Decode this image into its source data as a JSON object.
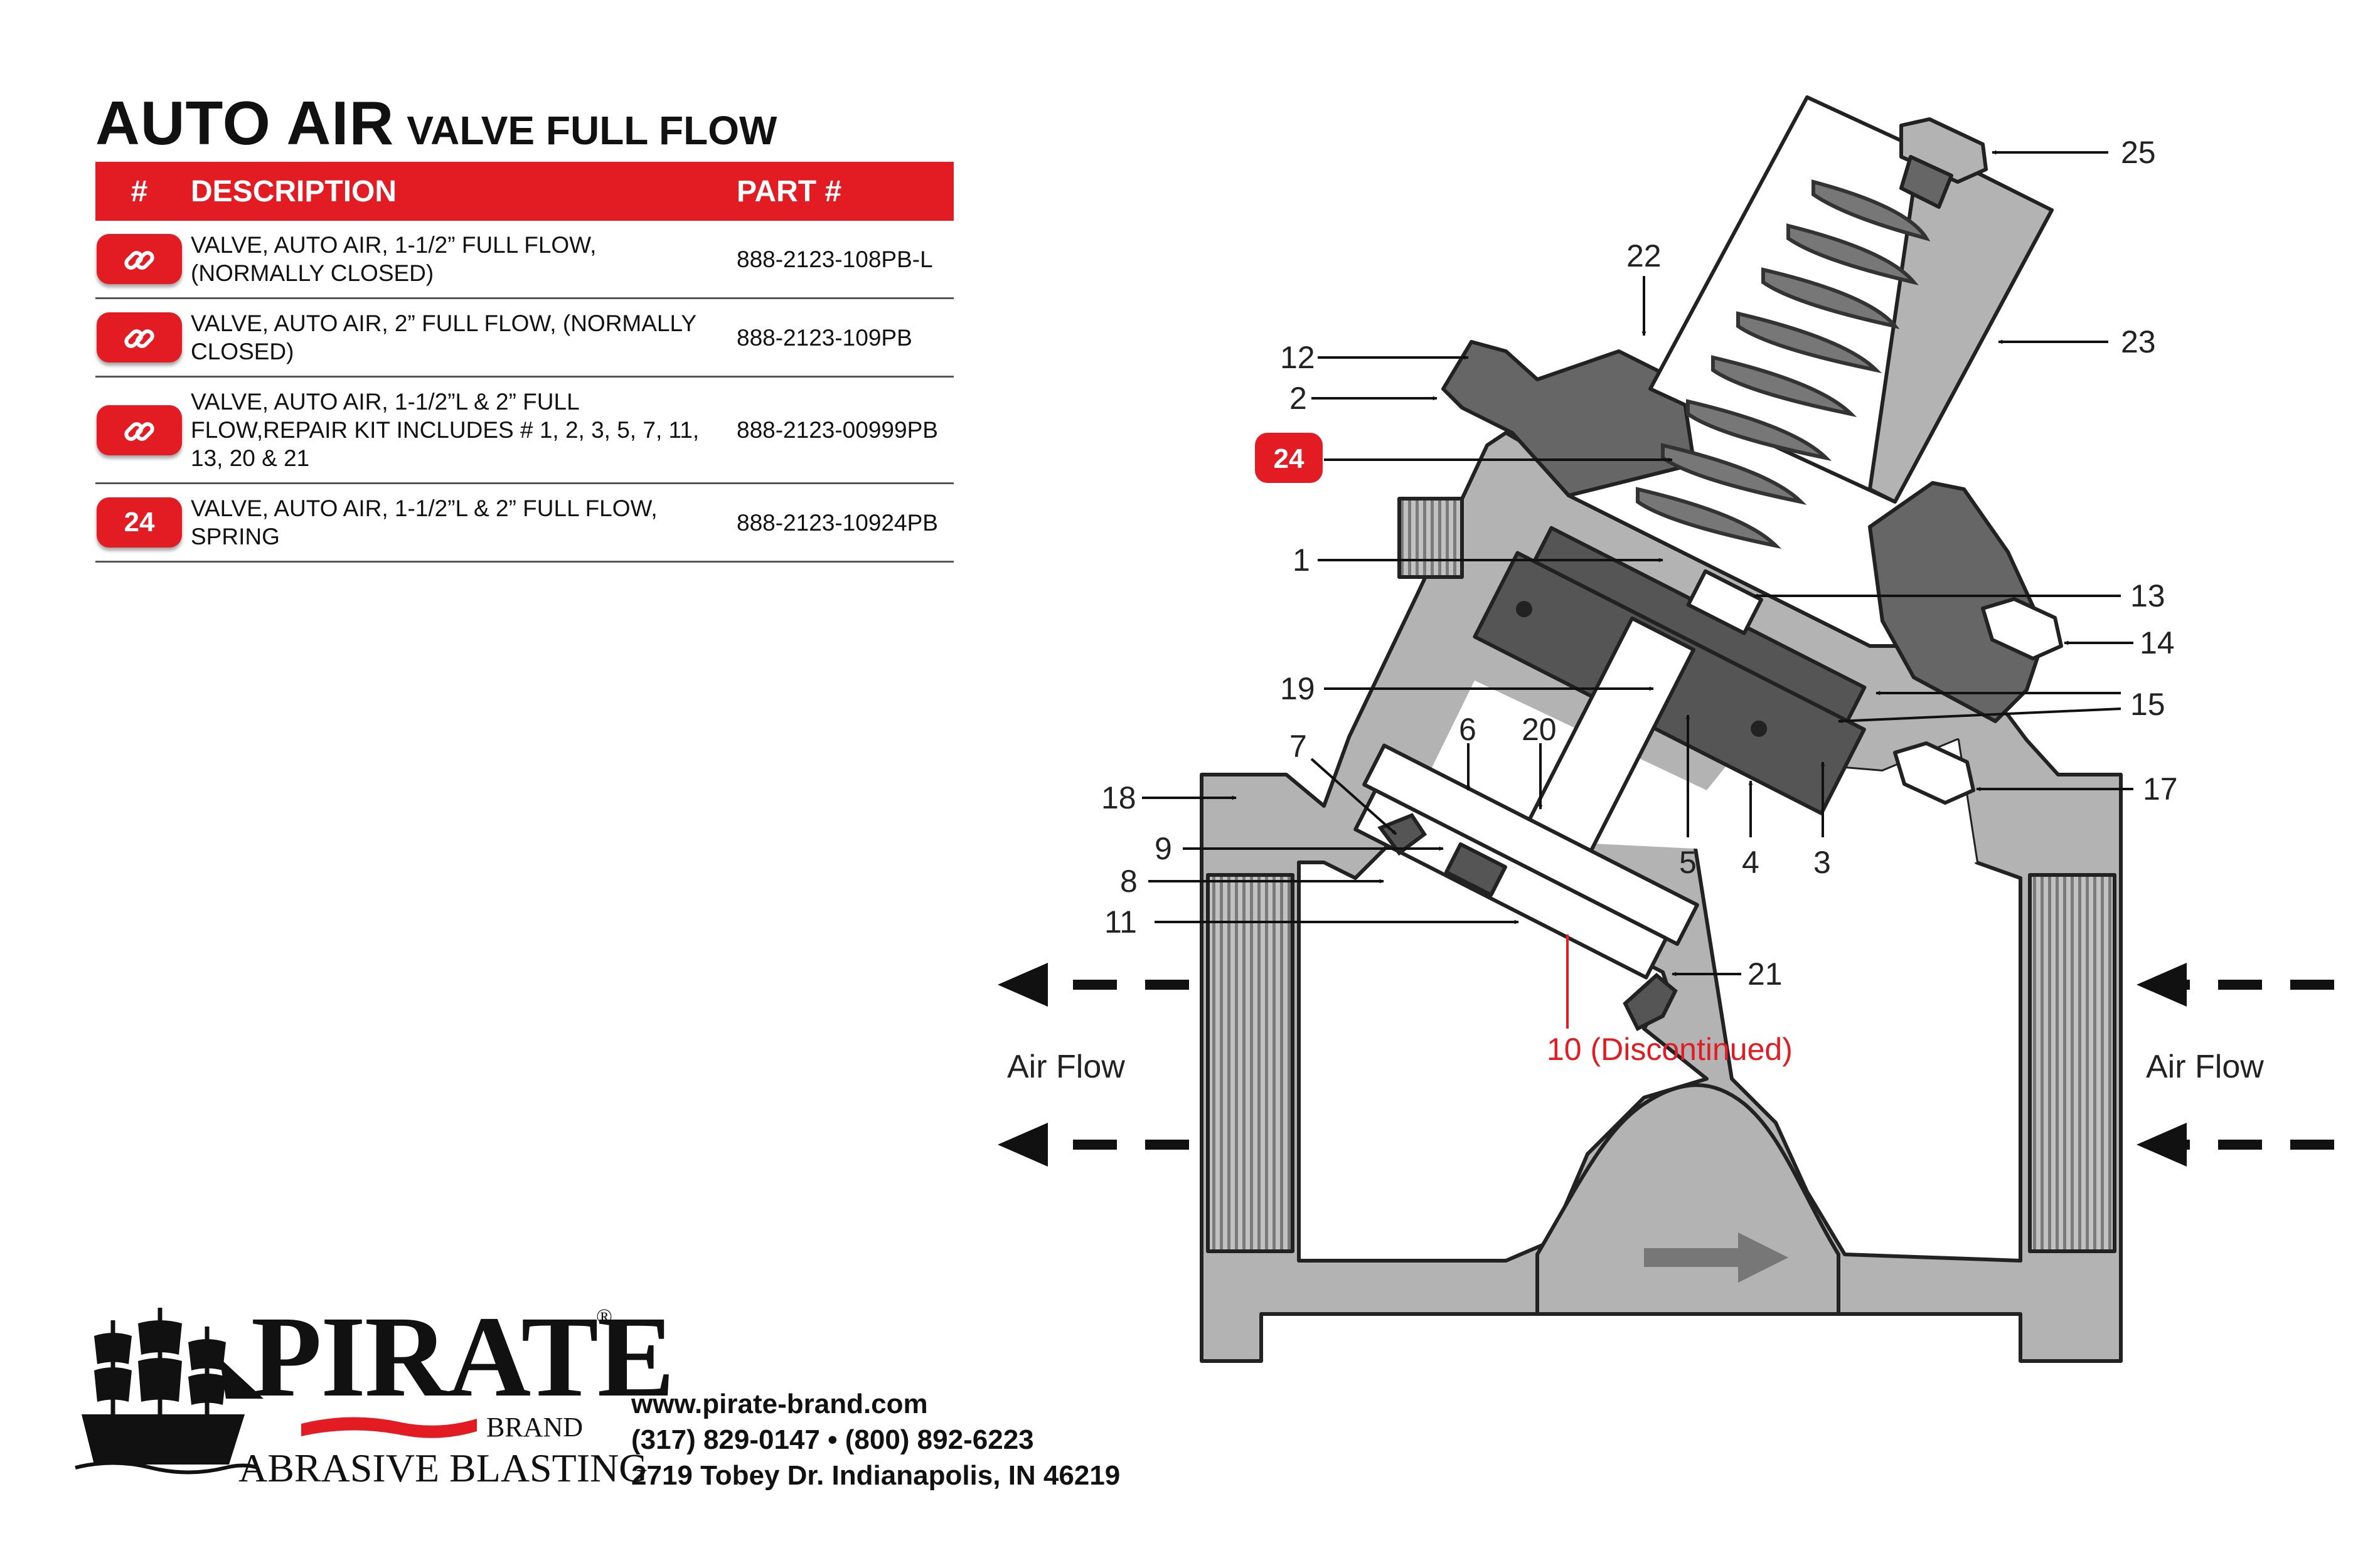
{
  "title": {
    "main": "AUTO AIR",
    "sub": "VALVE FULL FLOW"
  },
  "table": {
    "headers": {
      "num": "#",
      "description": "DESCRIPTION",
      "part": "PART #"
    },
    "rows": [
      {
        "icon": "link-icon",
        "description": "VALVE, AUTO AIR, 1-1/2” FULL FLOW, (NORMALLY CLOSED)",
        "part": "888-2123-108PB-L"
      },
      {
        "icon": "link-icon",
        "description": "VALVE, AUTO AIR, 2” FULL FLOW, (NORMALLY CLOSED)",
        "part": "888-2123-109PB"
      },
      {
        "icon": "link-icon",
        "description": "VALVE, AUTO AIR, 1-1/2”L & 2” FULL FLOW,REPAIR KIT INCLUDES # 1, 2, 3, 5, 7, 11, 13, 20 & 21",
        "part": "888-2123-00999PB"
      },
      {
        "badge": "24",
        "description": "VALVE, AUTO AIR, 1-1/2”L & 2” FULL FLOW, SPRING",
        "part": "888-2123-10924PB"
      }
    ]
  },
  "diagram": {
    "callouts": {
      "c25": "25",
      "c22": "22",
      "c23": "23",
      "c12": "12",
      "c2": "2",
      "c24": "24",
      "c1": "1",
      "c13": "13",
      "c14": "14",
      "c19": "19",
      "c15": "15",
      "c7": "7",
      "c6": "6",
      "c20": "20",
      "c18": "18",
      "c17": "17",
      "c9": "9",
      "c5": "5",
      "c4": "4",
      "c3": "3",
      "c8": "8",
      "c11": "11",
      "c21": "21",
      "c10": "10 (Discontinued)"
    },
    "air_flow_left": "Air Flow",
    "air_flow_right": "Air Flow"
  },
  "logo": {
    "name": "PIRATE",
    "reg": "®",
    "brand": "BRAND",
    "tagline": "ABRASIVE BLASTING"
  },
  "contact": {
    "website": "www.pirate-brand.com",
    "phones": "(317) 829-0147 • (800) 892-6223",
    "address": "2719 Tobey Dr. Indianapolis, IN 46219"
  },
  "colors": {
    "accent": "#e31c23",
    "body_gray": "#b3b3b3",
    "dark_gray": "#666666"
  }
}
